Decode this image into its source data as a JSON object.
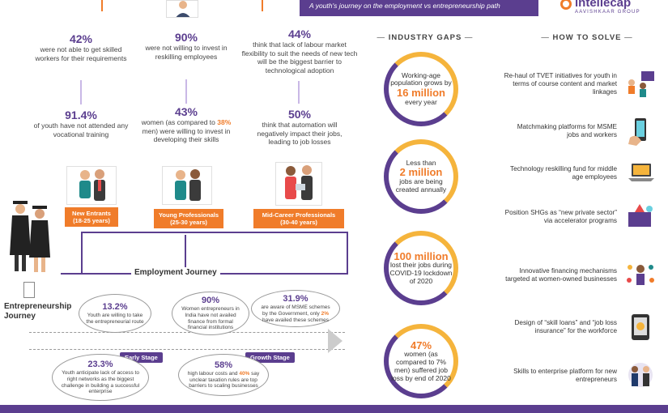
{
  "header": {
    "tagline": "A youth's journey on the employment vs entrepreneurship path",
    "brand": "intellecap",
    "brand_sub": "AAVISHKAAR GROUP"
  },
  "employment": {
    "columns": [
      {
        "top_num": "42%",
        "top_txt": "were not able to get skilled workers for their requirements",
        "mid_num": "91.4%",
        "mid_txt": "of youth have not attended any vocational training",
        "badge_l1": "New Entrants",
        "badge_l2": "(18-25 years)"
      },
      {
        "top_num": "90%",
        "top_txt": "were not willing to invest in reskilling employees",
        "mid_num": "43%",
        "mid_txt_a": "women (as compared to ",
        "mid_txt_hl": "38%",
        "mid_txt_b": " men) were willing to invest in developing their skills",
        "badge_l1": "Young Professionals",
        "badge_l2": "(25-30 years)"
      },
      {
        "top_num": "44%",
        "top_txt": "think that lack of labour market flexibility to suit the needs of new tech will be the biggest barrier to technological adoption",
        "mid_num": "50%",
        "mid_txt": "think that automation will negatively impact their jobs, leading to job losses",
        "badge_l1": "Mid-Career Professionals",
        "badge_l2": "(30-40 years)"
      }
    ],
    "journey_label": "Employment Journey"
  },
  "entrepreneurship": {
    "label_l1": "Entrepreneurship",
    "label_l2": "Journey",
    "early_stage": "Early Stage",
    "growth_stage": "Growth Stage",
    "clouds": [
      {
        "num": "13.2%",
        "txt": "Youth are willing to take the entrepreneurial route"
      },
      {
        "num": "90%",
        "txt": "Women entrepreneurs in India have not availed finance from formal financial institutions"
      },
      {
        "num": "31.9%",
        "txt_a": "are aware of MSME schemes by the Government, only ",
        "hl": "2%",
        "txt_b": " have availed these schemes"
      },
      {
        "num": "23.3%",
        "txt": "Youth anticipate lack of access to right networks as the biggest challenge in building a successful enterprise"
      },
      {
        "num": "58%",
        "txt_a": "high labour costs and ",
        "hl": "40%",
        "txt_b": " say unclear taxation rules are top barriers to scaling businesses"
      }
    ]
  },
  "industry_gaps": {
    "heading": "INDUSTRY GAPS",
    "items": [
      {
        "pre": "Working-age population grows by",
        "big": "16 million",
        "post": "every year"
      },
      {
        "pre": "Less than",
        "big": "2 million",
        "post": "jobs are being created annually"
      },
      {
        "pre": "",
        "big": "100 million",
        "post": "lost their jobs during COVID-19 lockdown of 2020"
      },
      {
        "pre": "",
        "big": "47%",
        "post": "women (as compared to 7% men) suffered job loss by end of 2020"
      }
    ]
  },
  "how_to_solve": {
    "heading": "HOW TO SOLVE",
    "items": [
      {
        "text": "Re-haul of TVET initiatives for youth in terms of course content and market linkages",
        "icon": "classroom-icon"
      },
      {
        "text": "Matchmaking platforms for MSME jobs and workers",
        "icon": "smartphone-icon"
      },
      {
        "text": "Technology reskilling fund for middle age employees",
        "icon": "laptop-icon"
      },
      {
        "text": "Position SHGs as “new private sector” via accelerator programs",
        "icon": "rocket-laptop-icon"
      },
      {
        "text": "Innovative financing mechanisms targeted at women-owned businesses",
        "icon": "woman-multitask-icon"
      },
      {
        "text": "Design of “skill loans” and “job loss insurance” for the workforce",
        "icon": "mobile-payment-icon"
      },
      {
        "text": "Skills to enterprise platform for new entrepreneurs",
        "icon": "entrepreneurs-icon"
      }
    ]
  }
}
